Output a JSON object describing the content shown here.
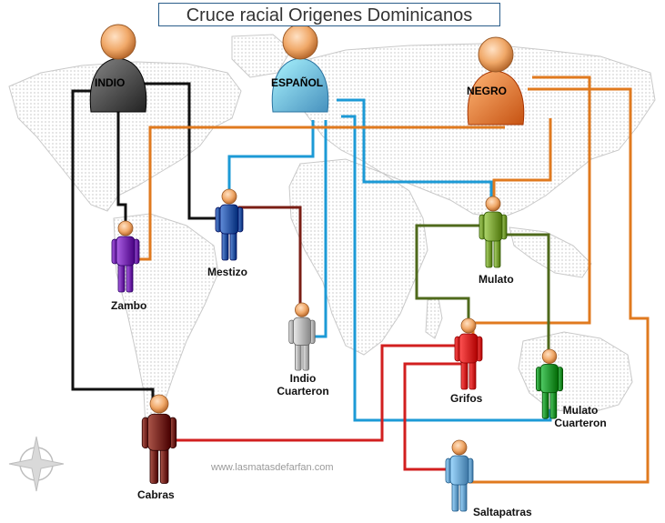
{
  "title": "Cruce racial Origenes Dominicanos",
  "watermark": "www.lasmatasdefarfan.com",
  "colors": {
    "indio": "#4a4a4a",
    "espanol": "#6fb9e6",
    "negro": "#ee7a3a",
    "line_black": "#111111",
    "line_blue": "#1c9ad6",
    "line_orange": "#e07a1f",
    "line_darkred": "#7a1e14",
    "line_red": "#d21f1f",
    "line_green": "#4f6a1c",
    "zambo": "#7a2fb3",
    "mestizo": "#2f5ba8",
    "indio_cuarteron": "#b8b8b8",
    "mulato": "#7ea53b",
    "grifos": "#e02020",
    "mulato_cuarteron": "#1f9a35",
    "cabras": "#7a2418",
    "saltapatras": "#6fa8d6"
  },
  "parents": [
    {
      "id": "indio",
      "label": "INDIO",
      "icon": "person-icon"
    },
    {
      "id": "espanol",
      "label": "ESPAÑOL",
      "icon": "person-icon"
    },
    {
      "id": "negro",
      "label": "NEGRO",
      "icon": "person-icon"
    }
  ],
  "children": [
    {
      "id": "zambo",
      "label": "Zambo"
    },
    {
      "id": "mestizo",
      "label": "Mestizo"
    },
    {
      "id": "indio_cuarteron",
      "label_line1": "Indio",
      "label_line2": "Cuarteron"
    },
    {
      "id": "mulato",
      "label": "Mulato"
    },
    {
      "id": "grifos",
      "label": "Grifos"
    },
    {
      "id": "mulato_cuarteron",
      "label_line1": "Mulato",
      "label_line2": "Cuarteron"
    },
    {
      "id": "cabras",
      "label": "Cabras"
    },
    {
      "id": "saltapatras",
      "label": "Saltapatras"
    }
  ],
  "connections": [
    {
      "from": "indio",
      "to": "zambo"
    },
    {
      "from": "negro",
      "to": "zambo"
    },
    {
      "from": "indio",
      "to": "mestizo"
    },
    {
      "from": "espanol",
      "to": "mestizo"
    },
    {
      "from": "mestizo",
      "to": "indio_cuarteron"
    },
    {
      "from": "espanol",
      "to": "indio_cuarteron"
    },
    {
      "from": "espanol",
      "to": "mulato"
    },
    {
      "from": "negro",
      "to": "mulato"
    },
    {
      "from": "mulato",
      "to": "grifos"
    },
    {
      "from": "negro",
      "to": "grifos"
    },
    {
      "from": "mulato",
      "to": "mulato_cuarteron"
    },
    {
      "from": "espanol",
      "to": "mulato_cuarteron"
    },
    {
      "from": "indio",
      "to": "cabras"
    },
    {
      "from": "grifos",
      "to": "cabras"
    },
    {
      "from": "grifos",
      "to": "saltapatras"
    },
    {
      "from": "negro",
      "to": "saltapatras"
    }
  ],
  "compass": {
    "icon": "compass-rose-icon"
  }
}
